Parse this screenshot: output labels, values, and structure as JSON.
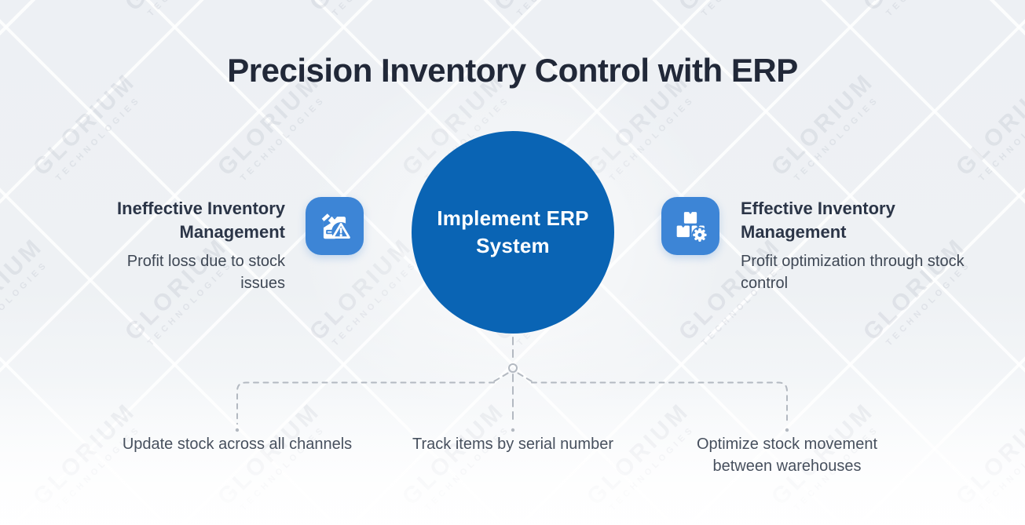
{
  "title": "Precision Inventory Control with ERP",
  "watermark": {
    "line1": "GLORIUM",
    "line2": "TECHNOLOGIES"
  },
  "center": {
    "label": "Implement ERP System"
  },
  "left_item": {
    "icon": "damaged-package-warning-icon",
    "heading": "Ineffective Inventory Management",
    "description": "Profit loss due to stock issues"
  },
  "right_item": {
    "icon": "boxes-with-gear-icon",
    "heading": "Effective Inventory Management",
    "description": "Profit optimization through stock control"
  },
  "benefits": [
    {
      "label": "Update stock across all channels"
    },
    {
      "label": "Track items by serial number"
    },
    {
      "label": "Optimize stock movement between warehouses"
    }
  ],
  "colors": {
    "background": "#eef1f4",
    "circle_blue": "#0a64b4",
    "tile_blue": "#3d85d6",
    "heading_text": "#2b3547",
    "body_text": "#3e4754",
    "label_text": "#47505e",
    "dash_gray": "#b3b9c1",
    "title_text": "#212838"
  }
}
